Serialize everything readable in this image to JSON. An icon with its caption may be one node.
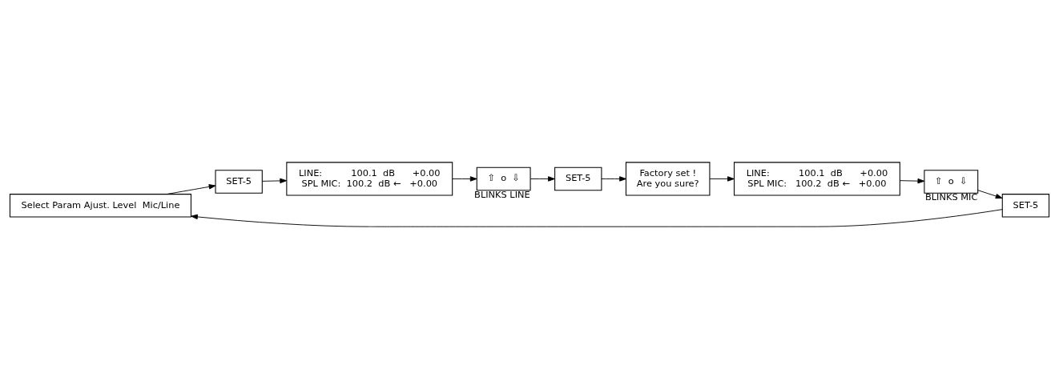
{
  "diagram": {
    "nodes": [
      {
        "text": [
          "Select Param Ajust. Level  Mic/Line"
        ]
      },
      {
        "text": [
          "SET-5"
        ]
      },
      {
        "text": [
          "LINE:          100.1  dB      +0.00",
          "SPL MIC:  100.2  dB ←   +0.00"
        ]
      },
      {
        "text": [
          "⇧  o  ⇩"
        ],
        "beside": [
          "BLINKS LINE"
        ]
      },
      {
        "text": [
          "SET-5"
        ]
      },
      {
        "text": [
          "Factory set !",
          "Are you sure?"
        ]
      },
      {
        "text": [
          "LINE:          100.1  dB      +0.00",
          "SPL MIC:   100.2  dB ←   +0.00"
        ]
      },
      {
        "text": [
          "⇧  o  ⇩"
        ],
        "beside": [
          "BLINKS MIC"
        ]
      },
      {
        "text": [
          "SET-5"
        ]
      }
    ],
    "edges": [
      {
        "from": 0,
        "to": 1,
        "arrow": "to"
      },
      {
        "from": 1,
        "to": 2,
        "arrow": "to"
      },
      {
        "from": 2,
        "to": 3,
        "arrow": "to"
      },
      {
        "from": 3,
        "to": 4,
        "arrow": "to"
      },
      {
        "from": 4,
        "to": 5,
        "arrow": "to"
      },
      {
        "from": 5,
        "to": 6,
        "arrow": "to"
      },
      {
        "from": 6,
        "to": 7,
        "arrow": "to"
      },
      {
        "from": 7,
        "to": 8,
        "arrow": "to"
      },
      {
        "from": 8,
        "to": 0,
        "arrow": "to"
      }
    ]
  }
}
